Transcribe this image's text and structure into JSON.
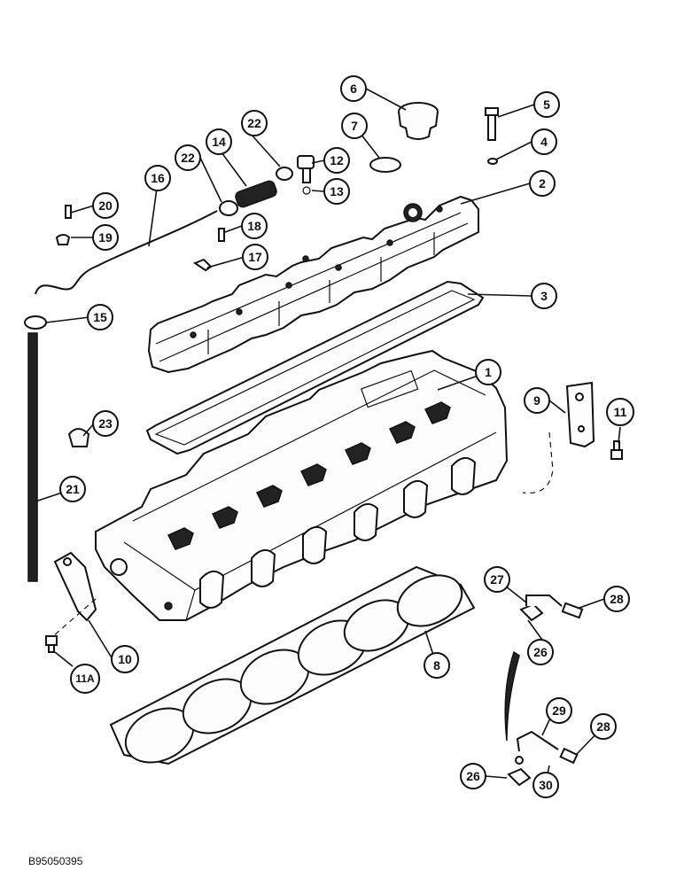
{
  "diagram": {
    "figure_code": "B95050395",
    "callouts": [
      {
        "id": "c1",
        "label": "1"
      },
      {
        "id": "c2",
        "label": "2"
      },
      {
        "id": "c3",
        "label": "3"
      },
      {
        "id": "c4",
        "label": "4"
      },
      {
        "id": "c5",
        "label": "5"
      },
      {
        "id": "c6",
        "label": "6"
      },
      {
        "id": "c7",
        "label": "7"
      },
      {
        "id": "c8",
        "label": "8"
      },
      {
        "id": "c9",
        "label": "9"
      },
      {
        "id": "c10",
        "label": "10"
      },
      {
        "id": "c11",
        "label": "11"
      },
      {
        "id": "c11a",
        "label": "11A"
      },
      {
        "id": "c12",
        "label": "12"
      },
      {
        "id": "c13",
        "label": "13"
      },
      {
        "id": "c14",
        "label": "14"
      },
      {
        "id": "c15",
        "label": "15"
      },
      {
        "id": "c16",
        "label": "16"
      },
      {
        "id": "c17",
        "label": "17"
      },
      {
        "id": "c18",
        "label": "18"
      },
      {
        "id": "c19",
        "label": "19"
      },
      {
        "id": "c20",
        "label": "20"
      },
      {
        "id": "c21",
        "label": "21"
      },
      {
        "id": "c22a",
        "label": "22"
      },
      {
        "id": "c22b",
        "label": "22"
      },
      {
        "id": "c23",
        "label": "23"
      },
      {
        "id": "c26a",
        "label": "26"
      },
      {
        "id": "c26b",
        "label": "26"
      },
      {
        "id": "c27",
        "label": "27"
      },
      {
        "id": "c28a",
        "label": "28"
      },
      {
        "id": "c28b",
        "label": "28"
      },
      {
        "id": "c29",
        "label": "29"
      },
      {
        "id": "c30",
        "label": "30"
      }
    ]
  }
}
